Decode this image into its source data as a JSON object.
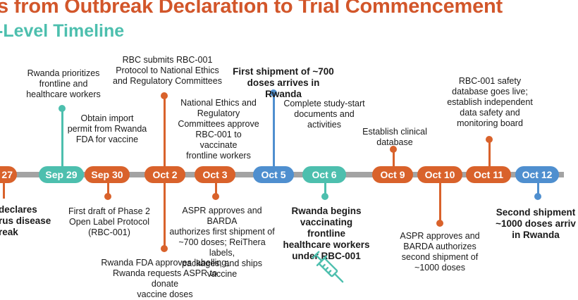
{
  "title": {
    "line1": "s from Outbreak Declaration to Trial Commencement",
    "line2": "-Level Timeline"
  },
  "dates": {
    "d27": "27",
    "sep29": "Sep 29",
    "sep30": "Sep 30",
    "oct2": "Oct 2",
    "oct3": "Oct 3",
    "oct5": "Oct 5",
    "oct6": "Oct 6",
    "oct9": "Oct 9",
    "oct10": "Oct 10",
    "oct11": "Oct 11",
    "oct12": "Oct 12"
  },
  "events": {
    "left_cut": "declares\nrus disease\nreak",
    "sep29_above": "Rwanda prioritizes\nfrontline and\nhealthcare workers",
    "sep30_above": "Obtain import\npermit from Rwanda\nFDA for vaccine",
    "sep30_below": "First draft of Phase 2\nOpen Label Protocol\n(RBC-001)",
    "oct2_above": "RBC submits RBC-001\nProtocol to National Ethics\nand Regulatory Committees",
    "oct2_below": "Rwanda FDA approves labelling;\nRwanda requests ASPR to donate\nvaccine doses",
    "oct3_above": "National Ethics and\nRegulatory\nCommittees approve\nRBC-001 to vaccinate\nfrontline workers",
    "oct3_below": "ASPR approves and BARDA\nauthorizes first shipment of\n~700 doses; ReiThera labels,\npackages, and ships vaccine",
    "oct5_above": "First shipment of ~700\ndoses arrives in Rwanda",
    "oct6_above": "Complete study-start\ndocuments and\nactivities",
    "oct6_below": "Rwanda begins\nvaccinating frontline\nhealthcare workers\nunder RBC-001",
    "oct9_above": "Establish clinical\ndatabase",
    "oct10_below": "ASPR approves and\nBARDA authorizes\nsecond shipment of\n~1000 doses",
    "oct11_above": "RBC-001 safety\ndatabase goes live;\nestablish independent\ndata safety and\nmonitoring board",
    "oct12_below": "Second shipment\n~1000 doses arriv\nin Rwanda"
  },
  "colors": {
    "orange": "#d9622b",
    "teal": "#4dbfae",
    "blue": "#4f8fcf",
    "line": "#a3a3a3"
  },
  "icons": {
    "syringe": "syringe-icon"
  }
}
